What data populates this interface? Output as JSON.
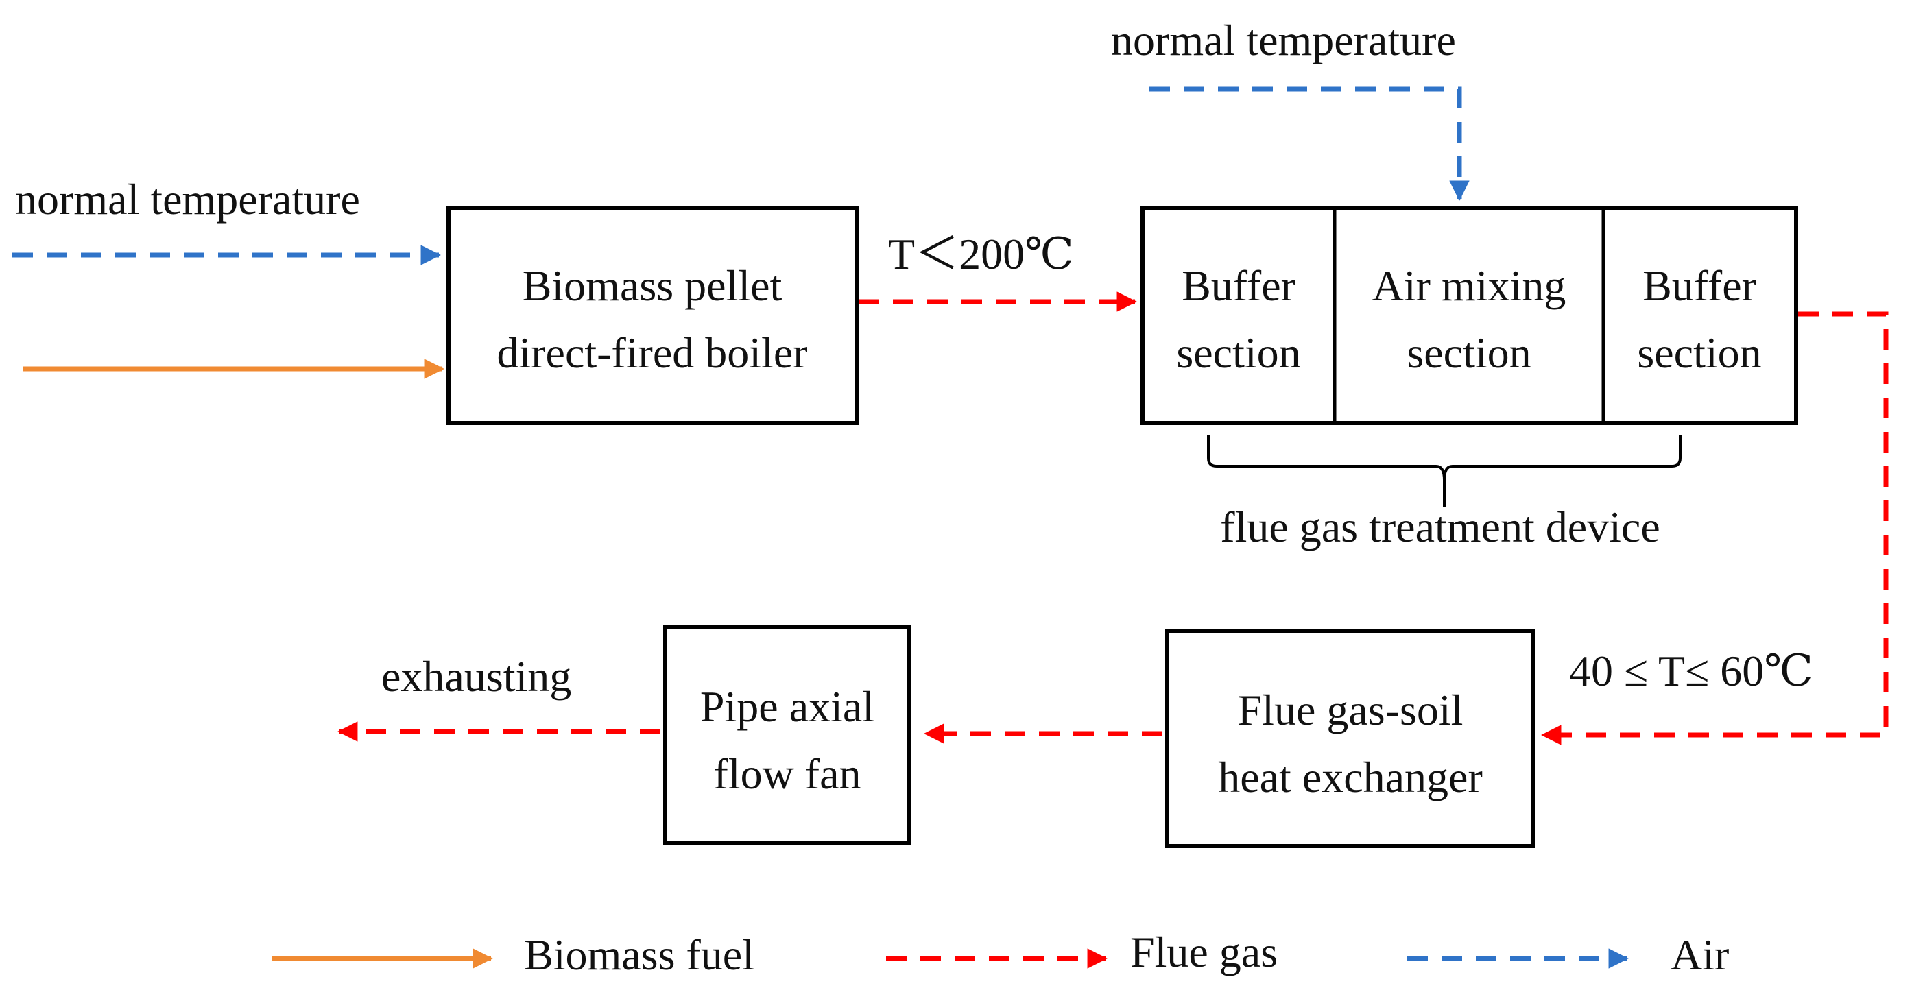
{
  "colors": {
    "air": "#2f73c8",
    "flue_gas": "#ff0000",
    "biomass_fuel": "#f08a32",
    "box_stroke": "#000000"
  },
  "inputs": {
    "air_left_label": "normal temperature",
    "air_top_label": "normal temperature"
  },
  "boiler": {
    "line1": "Biomass pellet",
    "line2": "direct-fired boiler"
  },
  "flow_labels": {
    "boiler_to_device": "T＜200℃",
    "device_to_exchanger": "40 ≤ T≤ 60℃",
    "exhaust": "exhausting"
  },
  "device": {
    "buffer_left": [
      "Buffer",
      "section"
    ],
    "air_mixing": [
      "Air mixing",
      "section"
    ],
    "buffer_right": [
      "Buffer",
      "section"
    ],
    "brace_label": "flue gas treatment device"
  },
  "exchanger": {
    "line1": "Flue gas-soil",
    "line2": "heat exchanger"
  },
  "fan": {
    "line1": "Pipe axial",
    "line2": "flow fan"
  },
  "legend": {
    "biomass_fuel": "Biomass fuel",
    "flue_gas": "Flue gas",
    "air": "Air"
  },
  "icons": {
    "arrow_head": "triangle-arrow-icon"
  }
}
